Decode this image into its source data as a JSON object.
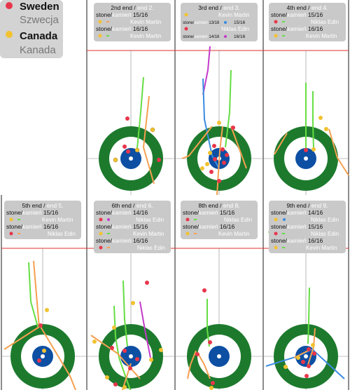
{
  "legend": {
    "team1": {
      "name": "Sweden",
      "subname": "Szwecja",
      "color": "#e8364b"
    },
    "team2": {
      "name": "Canada",
      "subname": "Kanada",
      "color": "#f2c230"
    }
  },
  "colors": {
    "ring_outer": "#1d7a2d",
    "ring_inner": "#0d4fa3",
    "tee_line": "#e03030",
    "panel_border": "#1a1a1a",
    "label_box": "#c9c9c9",
    "path_green": "#66dd44",
    "path_orange": "#f5a050",
    "path_blue": "#3a8be0",
    "path_purple": "#c33ac9"
  },
  "ends": [
    {
      "title": "2nd end",
      "title_alt": "end 2.",
      "shots": [
        {
          "stone": "stone",
          "stone_alt": "kamień",
          "num": "15/16",
          "player": "Kevin Martin",
          "icon_stone": "yellow-stone",
          "icon_path": "orange-path"
        },
        {
          "stone": "stone",
          "stone_alt": "kamień",
          "num": "16/16",
          "player": "Kevin Martin",
          "icon_stone": "yellow-stone",
          "icon_path": "green-path"
        }
      ]
    },
    {
      "title": "3rd end",
      "title_alt": "end 3.",
      "shots": [
        {
          "stone": "stone",
          "stone_alt": "kamień",
          "num": "13/16",
          "player": "Kevin Martin",
          "extra_num": "15/16",
          "icon_stone": "yellow-stone",
          "icon_path": "blue-path"
        },
        {
          "stone": "stone",
          "stone_alt": "kamień",
          "num": "14/16",
          "player": "Niklas Edin",
          "extra_num": "16/16",
          "icon_stone": "red-stone",
          "icon_path": "purple-path"
        }
      ]
    },
    {
      "title": "4th end",
      "title_alt": "end 4.",
      "shots": [
        {
          "stone": "stone",
          "stone_alt": "kamień",
          "num": "15/16",
          "player": "Niklas Edin",
          "icon_stone": "red-stone",
          "icon_path": "green-path"
        },
        {
          "stone": "stone",
          "stone_alt": "kamień",
          "num": "16/16",
          "player": "Kevin Martin",
          "icon_stone": "yellow-stone",
          "icon_path": "green-path"
        }
      ]
    },
    {
      "title": "5th end",
      "title_alt": "end 5.",
      "shots": [
        {
          "stone": "stone",
          "stone_alt": "kamień",
          "num": "15/16",
          "player": "Kevin Martin",
          "icon_stone": "yellow-stone",
          "icon_path": "green-path"
        },
        {
          "stone": "stone",
          "stone_alt": "kamień",
          "num": "16/16",
          "player": "Niklas Edin",
          "icon_stone": "red-stone",
          "icon_path": "orange-path"
        }
      ]
    },
    {
      "title": "6th end",
      "title_alt": "end 6.",
      "shots": [
        {
          "stone": "stone",
          "stone_alt": "kamień",
          "num": "14/16",
          "player": "Niklas Edin",
          "icon_stone": "red-stone",
          "icon_path": "purple-path"
        },
        {
          "stone": "stone",
          "stone_alt": "kamień",
          "num": "15/16",
          "player": "Kevin Martin",
          "icon_stone": "yellow-stone",
          "icon_path": "green-path"
        },
        {
          "stone": "stone",
          "stone_alt": "kamień",
          "num": "16/16",
          "player": "Niklas Edin",
          "icon_stone": "red-stone",
          "icon_path": "orange-path"
        }
      ]
    },
    {
      "title": "8th end",
      "title_alt": "end 8.",
      "shots": [
        {
          "stone": "stone",
          "stone_alt": "kamień",
          "num": "15/16",
          "player": "Niklas Edin",
          "icon_stone": "red-stone",
          "icon_path": "green-path"
        },
        {
          "stone": "stone",
          "stone_alt": "kamień",
          "num": "16/16",
          "player": "Kevin Martin",
          "icon_stone": "yellow-stone",
          "icon_path": "orange-path"
        }
      ]
    },
    {
      "title": "9th end",
      "title_alt": "end 9.",
      "shots": [
        {
          "stone": "stone",
          "stone_alt": "kamień",
          "num": "14/16",
          "player": "Niklas Edin",
          "icon_stone": "yellow-stone",
          "icon_path": "blue-path"
        },
        {
          "stone": "stone",
          "stone_alt": "kamień",
          "num": "15/16",
          "player": "Niklas Edin",
          "icon_stone": "red-stone",
          "icon_path": "green-path"
        },
        {
          "stone": "stone",
          "stone_alt": "kamień",
          "num": "16/16",
          "player": "Kevin Martin",
          "icon_stone": "yellow-stone",
          "icon_path": "green-path"
        }
      ]
    }
  ]
}
